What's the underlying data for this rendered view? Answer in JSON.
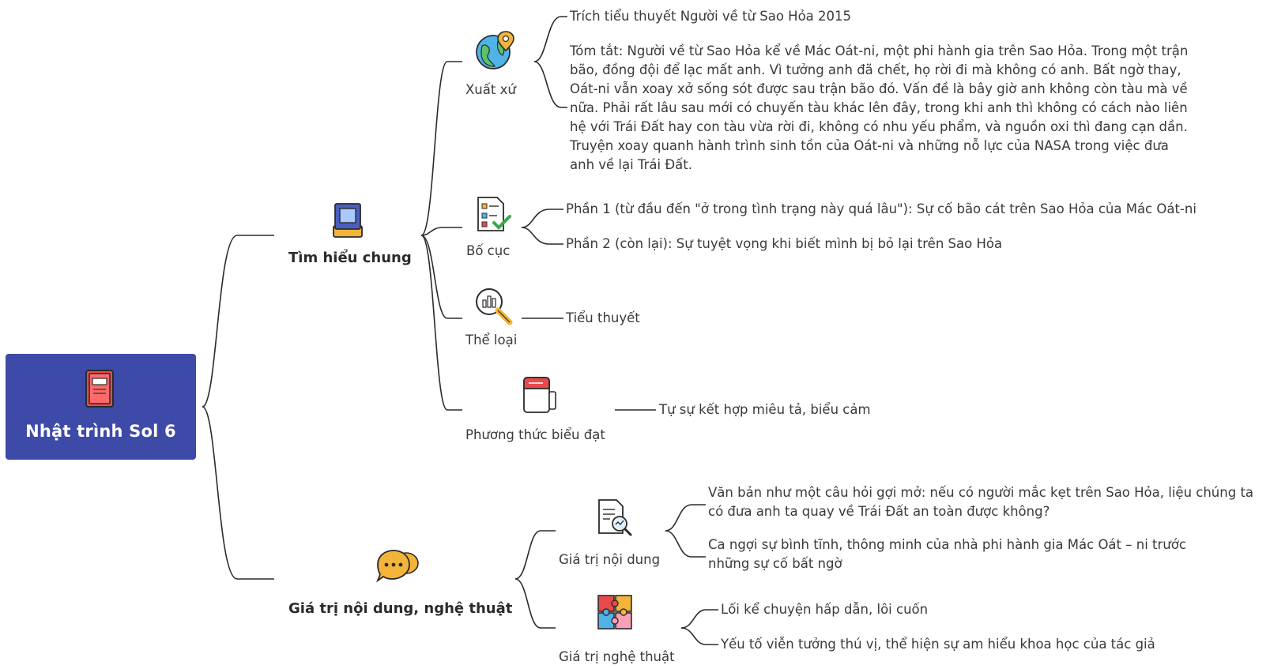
{
  "root": {
    "title": "Nhật trình Sol 6",
    "icon": "book-icon"
  },
  "branches": [
    {
      "title": "Tìm hiểu chung",
      "icon": "book-stack-icon",
      "children": [
        {
          "title": "Xuất xứ",
          "icon": "globe-pin-icon",
          "leaves": [
            "Trích tiểu thuyết Người về từ Sao Hỏa 2015",
            "Tóm tắt: Người về từ Sao Hỏa kể về Mác Oát-ni, một phi hành gia trên Sao Hỏa. Trong một trận bão, đồng đội để lạc mất anh. Vì tưởng anh đã chết, họ rời đi mà không có anh. Bất ngờ thay, Oát-ni vẫn xoay xở sống sót được sau trận bão đó. Vấn đề là bây giờ anh không còn tàu mà về nữa. Phải rất lâu sau mới có chuyến tàu khác lên đây, trong khi anh thì không có cách nào liên hệ với Trái Đất hay con tàu vừa rời đi, không có nhu yếu phẩm, và nguồn oxi thì đang cạn dần. Truyện xoay quanh hành trình sinh tồn của Oát-ni và những nỗ lực của NASA trong việc đưa anh về lại Trái Đất."
          ]
        },
        {
          "title": "Bố cục",
          "icon": "checklist-icon",
          "leaves": [
            "Phần 1 (từ đầu đến \"ở trong tình trạng này quá lâu\"): Sự cố bão cát trên Sao Hỏa của Mác Oát-ni",
            "Phần 2 (còn lại): Sự tuyệt vọng khi biết mình bị bỏ lại trên Sao Hỏa"
          ]
        },
        {
          "title": "Thể loại",
          "icon": "magnifier-chart-icon",
          "leaves": [
            "Tiểu thuyết"
          ]
        },
        {
          "title": "Phương thức biểu đạt",
          "icon": "notebook-icon",
          "leaves": [
            "Tự sự kết hợp miêu tả, biểu cảm"
          ]
        }
      ]
    },
    {
      "title": "Giá trị nội dung, nghệ thuật",
      "icon": "chat-bubbles-icon",
      "children": [
        {
          "title": "Giá trị nội dung",
          "icon": "document-search-icon",
          "leaves": [
            "Văn bản như một câu hỏi gợi mở: nếu có người mắc kẹt trên Sao Hỏa, liệu chúng ta có đưa anh ta quay về Trái Đất an toàn được không?",
            "Ca ngợi sự bình tĩnh, thông minh của nhà phi hành gia Mác Oát – ni trước những sự cố bất ngờ"
          ]
        },
        {
          "title": "Giá trị nghệ thuật",
          "icon": "puzzle-icon",
          "leaves": [
            "Lối kể chuyện hấp dẫn, lôi cuốn",
            "Yếu tố viễn tưởng thú vị, thể hiện sự am hiểu khoa học của tác giả"
          ]
        }
      ]
    }
  ],
  "colors": {
    "root_bg": "#3e4aa8",
    "line": "#2b2b2b",
    "text": "#3a3a3a"
  }
}
